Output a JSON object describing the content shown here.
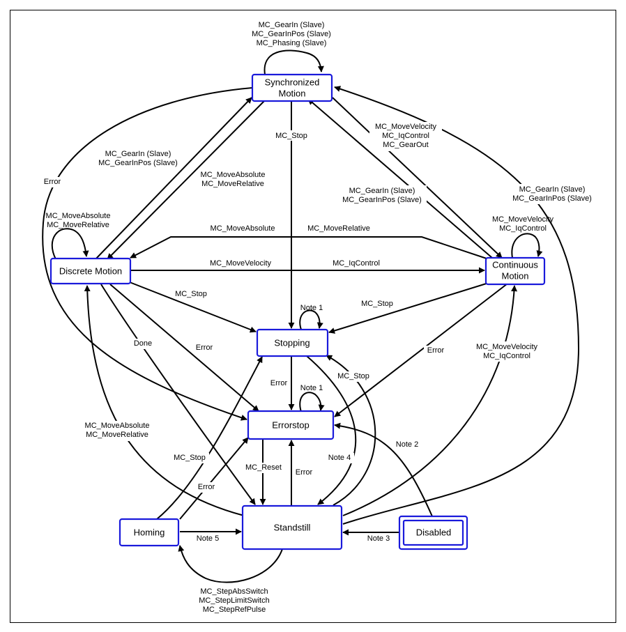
{
  "states": {
    "synchronized": [
      "Synchronized",
      "Motion"
    ],
    "discrete": [
      "Discrete Motion"
    ],
    "continuous": [
      "Continuous",
      "Motion"
    ],
    "stopping": [
      "Stopping"
    ],
    "errorstop": [
      "Errorstop"
    ],
    "standstill": [
      "Standstill"
    ],
    "homing": [
      "Homing"
    ],
    "disabled": [
      "Disabled"
    ]
  },
  "transitions": {
    "sync_self": [
      "MC_GearIn (Slave)",
      "MC_GearInPos (Slave)",
      "MC_Phasing (Slave)"
    ],
    "sync_stop": [
      "MC_Stop"
    ],
    "sync_error": [
      "Error"
    ],
    "disc_to_sync": [
      "MC_GearIn (Slave)",
      "MC_GearInPos (Slave)"
    ],
    "sync_to_disc": [
      "MC_MoveAbsolute",
      "MC_MoveRelative"
    ],
    "sync_to_cont": [
      "MC_MoveVelocity",
      "MC_IqControl",
      "MC_GearOut"
    ],
    "cont_to_sync": [
      "MC_GearIn (Slave)",
      "MC_GearInPos (Slave)"
    ],
    "stand_to_sync": [
      "MC_GearIn (Slave)",
      "MC_GearInPos (Slave)"
    ],
    "disc_self": [
      "MC_MoveAbsolute",
      "MC_MoveRelative"
    ],
    "cont_self": [
      "MC_MoveVelocity",
      "MC_IqControl"
    ],
    "cont_to_disc_a": [
      "MC_MoveAbsolute"
    ],
    "cont_to_disc_b": [
      "MC_MoveRelative"
    ],
    "disc_to_cont_a": [
      "MC_MoveVelocity"
    ],
    "disc_to_cont_b": [
      "MC_IqControl"
    ],
    "disc_stop": [
      "MC_Stop"
    ],
    "cont_stop": [
      "MC_Stop"
    ],
    "stopping_self": [
      "Note 1"
    ],
    "disc_done": [
      "Done"
    ],
    "disc_error": [
      "Error"
    ],
    "cont_error": [
      "Error"
    ],
    "stand_to_cont": [
      "MC_MoveVelocity",
      "MC_IqControl"
    ],
    "stopping_error": [
      "Error"
    ],
    "errorstop_self": [
      "Note 1"
    ],
    "stand_stop": [
      "MC_Stop"
    ],
    "stopping_to_stand": [
      "Note 4"
    ],
    "disabled_to_errorstop": [
      "Note 2"
    ],
    "stand_to_disc": [
      "MC_MoveAbsolute",
      "MC_MoveRelative"
    ],
    "homing_stop": [
      "MC_Stop"
    ],
    "homing_error": [
      "Error"
    ],
    "errorstop_reset": [
      "MC_Reset"
    ],
    "stand_error": [
      "Error"
    ],
    "homing_to_stand": [
      "Note 5"
    ],
    "disabled_to_stand": [
      "Note 3"
    ],
    "stand_to_homing": [
      "MC_StepAbsSwitch",
      "MC_StepLimitSwitch",
      "MC_StepRefPulse"
    ]
  }
}
